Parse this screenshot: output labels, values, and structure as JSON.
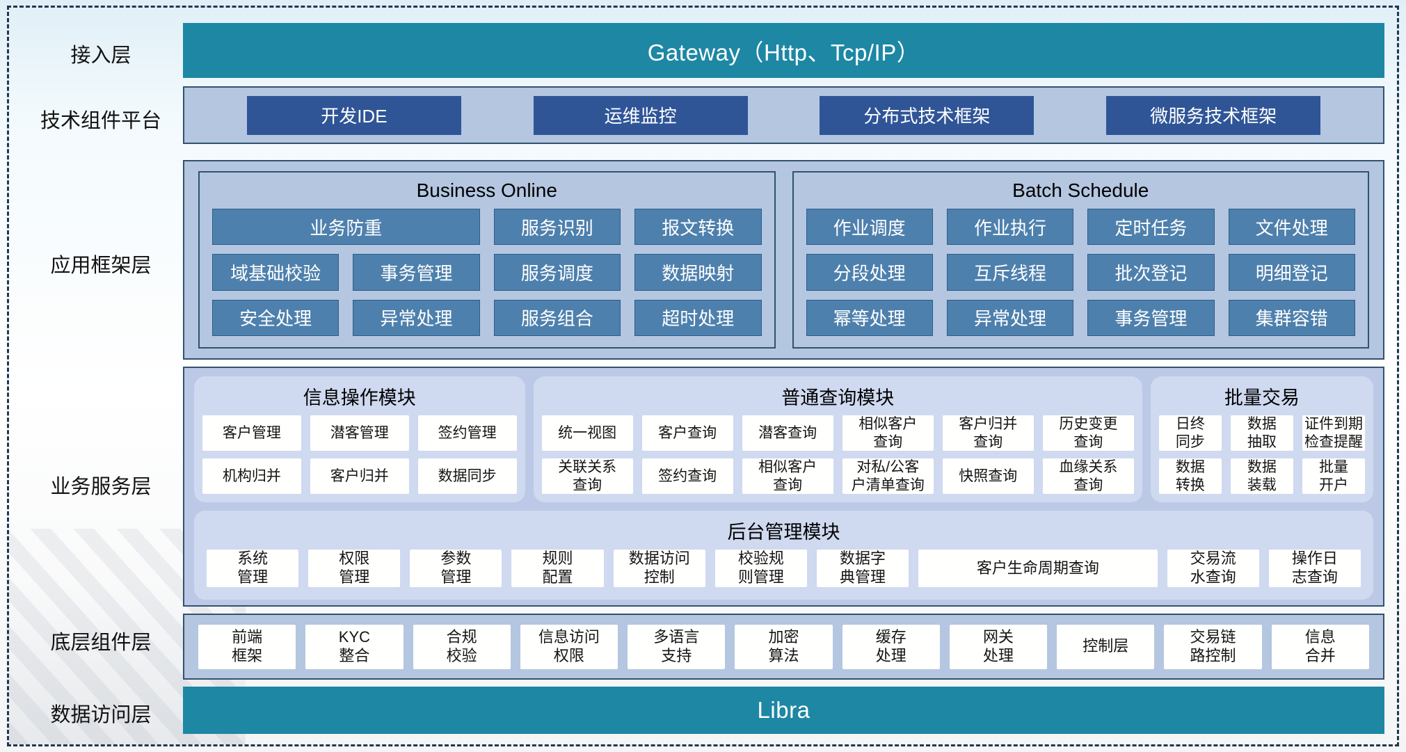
{
  "colors": {
    "teal": "#1d87a4",
    "navy": "#2f5597",
    "steel": "#4e80ad",
    "band": "#b4c6e0",
    "card": "#cfd9f0",
    "border": "#33516f"
  },
  "layers": {
    "access": {
      "label": "接入层",
      "gateway": "Gateway（Http、Tcp/IP）"
    },
    "tech": {
      "label": "技术组件平台",
      "items": [
        "开发IDE",
        "运维监控",
        "分布式技术框架",
        "微服务技术框架"
      ]
    },
    "app": {
      "label": "应用框架层",
      "panels": [
        {
          "title": "Business Online",
          "items": [
            {
              "t": "业务防重",
              "span": 2
            },
            {
              "t": "服务识别"
            },
            {
              "t": "报文转换"
            },
            {
              "t": "域基础校验"
            },
            {
              "t": "事务管理"
            },
            {
              "t": "服务调度"
            },
            {
              "t": "数据映射"
            },
            {
              "t": "安全处理"
            },
            {
              "t": "异常处理"
            },
            {
              "t": "服务组合"
            },
            {
              "t": "超时处理"
            }
          ]
        },
        {
          "title": "Batch Schedule",
          "items": [
            {
              "t": "作业调度"
            },
            {
              "t": "作业执行"
            },
            {
              "t": "定时任务"
            },
            {
              "t": "文件处理"
            },
            {
              "t": "分段处理"
            },
            {
              "t": "互斥线程"
            },
            {
              "t": "批次登记"
            },
            {
              "t": "明细登记"
            },
            {
              "t": "幂等处理"
            },
            {
              "t": "异常处理"
            },
            {
              "t": "事务管理"
            },
            {
              "t": "集群容错"
            }
          ]
        }
      ]
    },
    "biz": {
      "label": "业务服务层",
      "cards": [
        {
          "title": "信息操作模块",
          "cols": 3,
          "flex": 3.05,
          "items": [
            {
              "t": "客户管理"
            },
            {
              "t": "潜客管理"
            },
            {
              "t": "签约管理"
            },
            {
              "t": "机构归并"
            },
            {
              "t": "客户归并"
            },
            {
              "t": "数据同步"
            }
          ]
        },
        {
          "title": "普通查询模块",
          "cols": 6,
          "flex": 5.75,
          "items": [
            {
              "t": "统一视图"
            },
            {
              "t": "客户查询"
            },
            {
              "t": "潜客查询"
            },
            {
              "t": "相似客户\n查询"
            },
            {
              "t": "客户归并\n查询"
            },
            {
              "t": "历史变更\n查询"
            },
            {
              "t": "关联关系\n查询"
            },
            {
              "t": "签约查询"
            },
            {
              "t": "相似客户\n查询"
            },
            {
              "t": "对私/公客\n户清单查询"
            },
            {
              "t": "快照查询"
            },
            {
              "t": "血缘关系\n查询"
            }
          ]
        },
        {
          "title": "批量交易",
          "cols": 3,
          "flex": 2.0,
          "items": [
            {
              "t": "日终\n同步"
            },
            {
              "t": "数据\n抽取"
            },
            {
              "t": "证件到期\n检查提醒"
            },
            {
              "t": "数据\n转换"
            },
            {
              "t": "数据\n装载"
            },
            {
              "t": "批量\n开户"
            }
          ]
        }
      ],
      "admin": {
        "title": "后台管理模块",
        "items": [
          {
            "t": "系统\n管理"
          },
          {
            "t": "权限\n管理"
          },
          {
            "t": "参数\n管理"
          },
          {
            "t": "规则\n配置"
          },
          {
            "t": "数据访问\n控制"
          },
          {
            "t": "校验规\n则管理"
          },
          {
            "t": "数据字\n典管理"
          },
          {
            "t": "客户生命周期查询",
            "w": 2.6
          },
          {
            "t": "交易流\n水查询"
          },
          {
            "t": "操作日\n志查询"
          }
        ]
      }
    },
    "base": {
      "label": "底层组件层",
      "items": [
        {
          "t": "前端\n框架"
        },
        {
          "t": "KYC\n整合"
        },
        {
          "t": "合规\n校验"
        },
        {
          "t": "信息访问\n权限"
        },
        {
          "t": "多语言\n支持"
        },
        {
          "t": "加密\n算法"
        },
        {
          "t": "缓存\n处理"
        },
        {
          "t": "网关\n处理"
        },
        {
          "t": "控制层"
        },
        {
          "t": "交易链\n路控制"
        },
        {
          "t": "信息\n合并"
        }
      ]
    },
    "data": {
      "label": "数据访问层",
      "libra": "Libra"
    }
  }
}
